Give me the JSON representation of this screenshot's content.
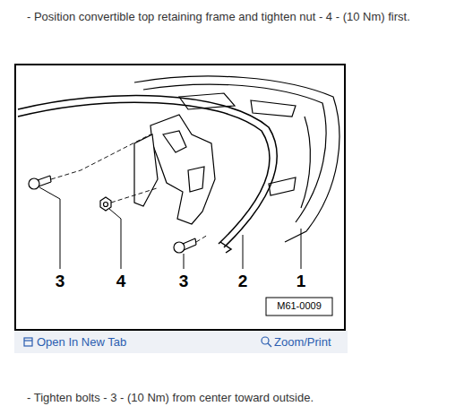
{
  "diagram": {
    "labels": [
      "- Position convertible top retaining frame and tighten nut - 4 - (10 Nm) first.",
      "3",
      "4",
      "3",
      "2",
      "1",
      "M61-0009",
      "Open In New Tab",
      "Zoom/Print",
      "- Tighten bolts - 3 - (10 Nm) from center toward outside."
    ]
  }
}
